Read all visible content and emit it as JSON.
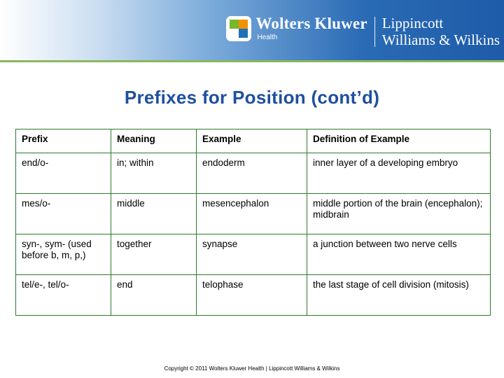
{
  "header": {
    "brand_primary": "Wolters Kluwer",
    "brand_sub": "Health",
    "brand_secondary_line1": "Lippincott",
    "brand_secondary_line2": "Williams & Wilkins",
    "accent_green": "#8ab85b",
    "banner_blue": "#1e5ba8"
  },
  "slide": {
    "title": "Prefixes for Position (cont’d)"
  },
  "table": {
    "headers": [
      "Prefix",
      "Meaning",
      "Example",
      "Definition of Example"
    ],
    "rows": [
      {
        "prefix": "end/o-",
        "meaning": "in; within",
        "example": "endoderm",
        "definition": "inner layer of a developing embryo"
      },
      {
        "prefix": "mes/o-",
        "meaning": "middle",
        "example": "mesencephalon",
        "definition": "middle portion of the brain (encephalon); midbrain"
      },
      {
        "prefix": "syn-, sym- (used before b, m, p,)",
        "meaning": "together",
        "example": "synapse",
        "definition": "a junction between two nerve cells"
      },
      {
        "prefix": "tel/e-, tel/o-",
        "meaning": "end",
        "example": "telophase",
        "definition": "the last stage of cell division (mitosis)"
      }
    ]
  },
  "footer": {
    "copyright": "Copyright © 2011 Wolters Kluwer Health | Lippincott Williams & Wilkins"
  }
}
